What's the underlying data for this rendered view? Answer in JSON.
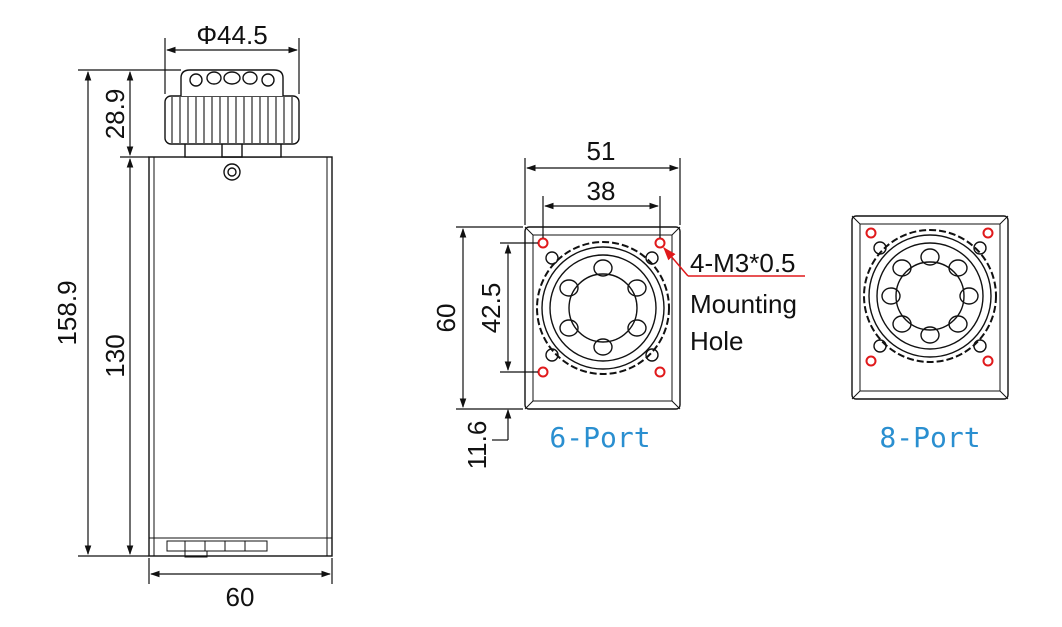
{
  "colors": {
    "line": "#111111",
    "port_label": "#2a8fd0",
    "hole_marker": "#e0191b",
    "leader": "#e0191b"
  },
  "side_view": {
    "dimensions": {
      "knob_diameter": "Φ44.5",
      "knob_height": "28.9",
      "total_height": "158.9",
      "body_height": "130",
      "width": "60"
    }
  },
  "six_port": {
    "label": "6-Port",
    "dimensions": {
      "outer_width": "51",
      "hole_spacing_x": "38",
      "outer_height": "60",
      "hole_spacing_y": "42.5",
      "hole_offset": "11.6"
    },
    "note": {
      "line1": "4-M3*0.5",
      "line2": "Mounting",
      "line3": "Hole"
    }
  },
  "eight_port": {
    "label": "8-Port"
  }
}
